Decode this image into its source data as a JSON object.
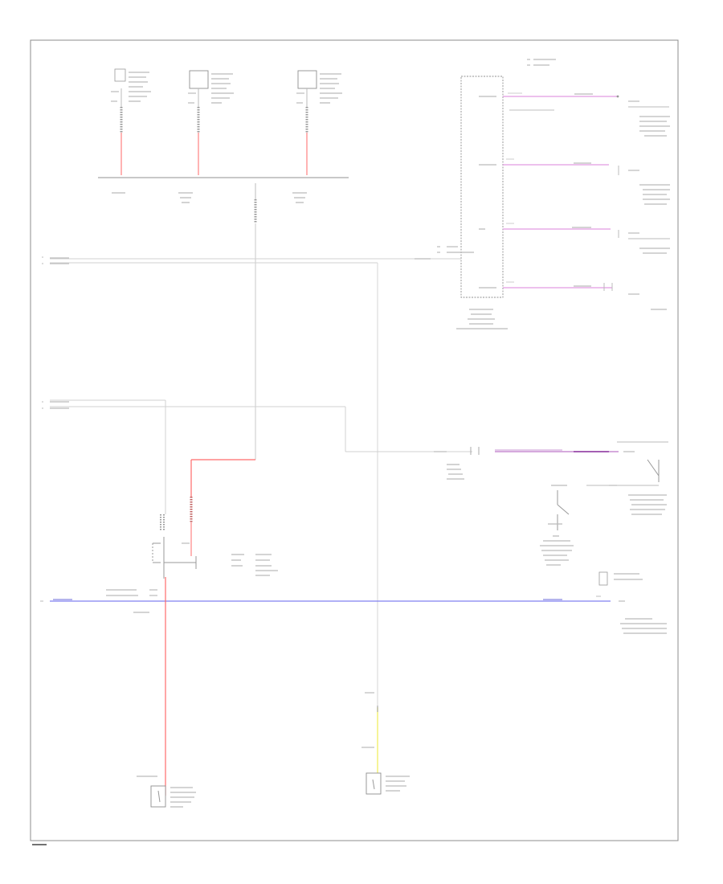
{
  "diagram": {
    "footer_label": "",
    "grounds": [
      {
        "id": "g1"
      },
      {
        "id": "g2"
      },
      {
        "id": "g3"
      },
      {
        "id": "g4"
      },
      {
        "id": "g5"
      }
    ],
    "wire_colors": {
      "power": "#ff6b6b",
      "signal": "#e29ae2",
      "ground_bus": "#8080f0",
      "yellow": "#f0ee60",
      "line": "#bdbdbd",
      "frame": "#888888"
    }
  }
}
